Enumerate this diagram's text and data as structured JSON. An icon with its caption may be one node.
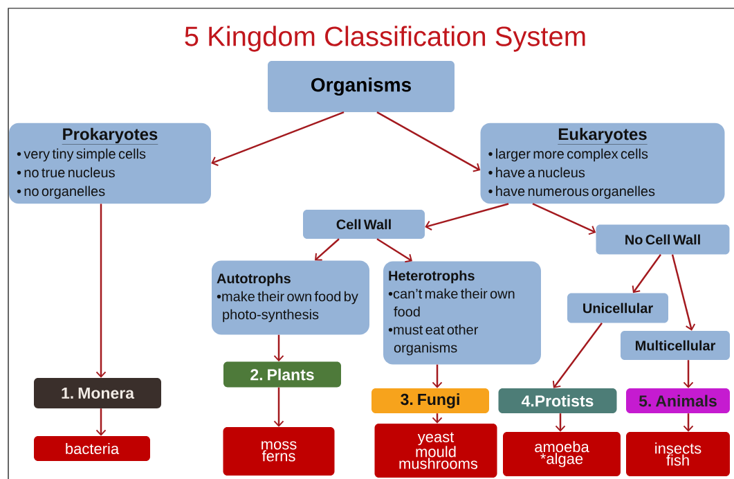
{
  "diagram": {
    "title": "5 Kingdom Classification System",
    "nodes": [
      {
        "text": [
          "Organisms"
        ]
      },
      {
        "text": [
          "Prokaryotes",
          "• very tiny simple cells",
          "• no true nucleus",
          "• no organelles"
        ]
      },
      {
        "text": [
          "Eukaryotes",
          "• larger more complex cells",
          "• have a nucleus",
          "• have numerous organelles"
        ]
      },
      {
        "text": [
          "Cell Wall"
        ]
      },
      {
        "text": [
          "No Cell Wall"
        ]
      },
      {
        "text": [
          "Autotrophs",
          "•make their own food by photo-synthesis"
        ]
      },
      {
        "text": [
          "Heterotrophs",
          "•can’t make their own food",
          "•must eat other organisms"
        ]
      },
      {
        "text": [
          "Unicellular"
        ]
      },
      {
        "text": [
          "Multicellular"
        ]
      },
      {
        "text": [
          "1.   Monera"
        ]
      },
      {
        "text": [
          "2. Plants"
        ]
      },
      {
        "text": [
          "3. Fungi"
        ]
      },
      {
        "text": [
          "4.Protists"
        ]
      },
      {
        "text": [
          "5. Animals"
        ]
      },
      {
        "text": [
          "bacteria"
        ]
      },
      {
        "text": [
          "moss ferns"
        ]
      },
      {
        "text": [
          "yeast mould mushrooms"
        ]
      },
      {
        "text": [
          "amoeba *algae"
        ]
      },
      {
        "text": [
          "insects fish"
        ]
      }
    ],
    "edges": [
      {
        "from": 0,
        "to": 1,
        "arrow": "to"
      },
      {
        "from": 0,
        "to": 2,
        "arrow": "to"
      },
      {
        "from": 1,
        "to": 9,
        "arrow": "to"
      },
      {
        "from": 2,
        "to": 3,
        "arrow": "to"
      },
      {
        "from": 2,
        "to": 4,
        "arrow": "to"
      },
      {
        "from": 3,
        "to": 5,
        "arrow": "to"
      },
      {
        "from": 3,
        "to": 6,
        "arrow": "to"
      },
      {
        "from": 4,
        "to": 7,
        "arrow": "to"
      },
      {
        "from": 4,
        "to": 8,
        "arrow": "to"
      },
      {
        "from": 5,
        "to": 10,
        "arrow": "to"
      },
      {
        "from": 6,
        "to": 11,
        "arrow": "to"
      },
      {
        "from": 7,
        "to": 12,
        "arrow": "to"
      },
      {
        "from": 8,
        "to": 13,
        "arrow": "to"
      },
      {
        "from": 9,
        "to": 14,
        "arrow": "to"
      },
      {
        "from": 10,
        "to": 15,
        "arrow": "to"
      },
      {
        "from": 11,
        "to": 16,
        "arrow": "to"
      },
      {
        "from": 12,
        "to": 17,
        "arrow": "to"
      },
      {
        "from": 13,
        "to": 18,
        "arrow": "to"
      }
    ]
  }
}
